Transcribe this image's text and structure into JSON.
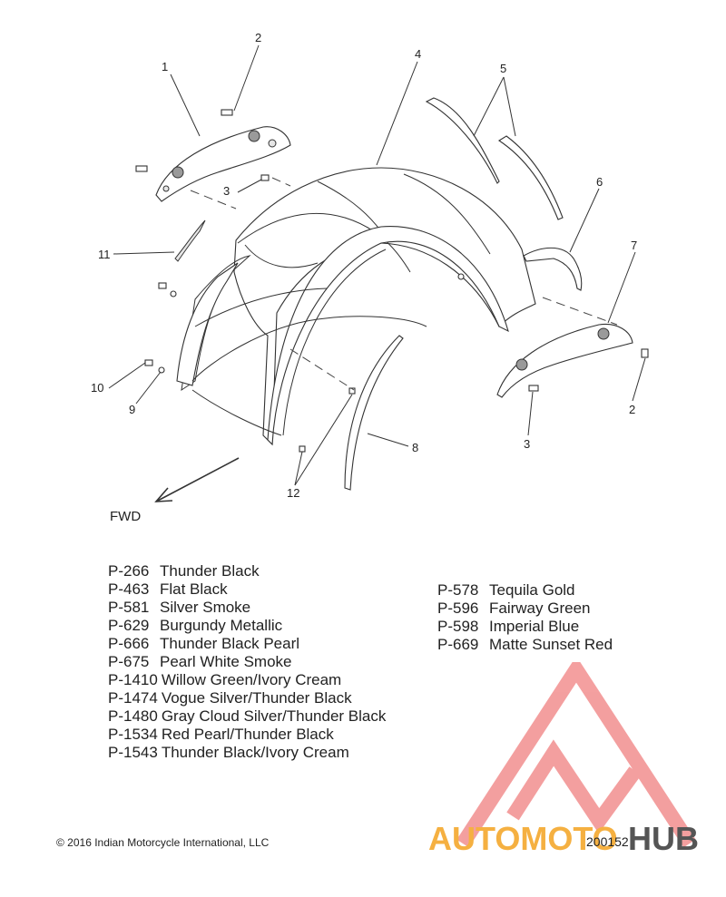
{
  "callouts": [
    "1",
    "2",
    "3",
    "4",
    "5",
    "6",
    "7",
    "2",
    "3",
    "8",
    "12",
    "9",
    "10",
    "11"
  ],
  "fwd_label": "FWD",
  "paint_codes_left": [
    {
      "code": "P-266",
      "name": "Thunder Black"
    },
    {
      "code": "P-463",
      "name": "Flat Black"
    },
    {
      "code": "P-581",
      "name": "Silver Smoke"
    },
    {
      "code": "P-629",
      "name": "Burgundy Metallic"
    },
    {
      "code": "P-666",
      "name": "Thunder Black Pearl"
    },
    {
      "code": "P-675",
      "name": "Pearl White Smoke"
    },
    {
      "code": "P-1410",
      "name": "Willow Green/Ivory Cream"
    },
    {
      "code": "P-1474",
      "name": "Vogue Silver/Thunder Black"
    },
    {
      "code": "P-1480",
      "name": "Gray Cloud Silver/Thunder Black"
    },
    {
      "code": "P-1534",
      "name": "Red Pearl/Thunder Black"
    },
    {
      "code": "P-1543",
      "name": "Thunder Black/Ivory Cream"
    }
  ],
  "paint_codes_right": [
    {
      "code": "P-578",
      "name": "Tequila Gold"
    },
    {
      "code": "P-596",
      "name": "Fairway Green"
    },
    {
      "code": "P-598",
      "name": "Imperial Blue"
    },
    {
      "code": "P-669",
      "name": "Matte Sunset Red"
    }
  ],
  "copyright": "© 2016 Indian Motorcycle International, LLC",
  "diagram_id": "200152",
  "watermark": {
    "text_a": "AUTOMOTO",
    "text_b": "HUB",
    "color_a": "#f5b041",
    "color_b": "#555555",
    "logo_color": "#f08080"
  }
}
